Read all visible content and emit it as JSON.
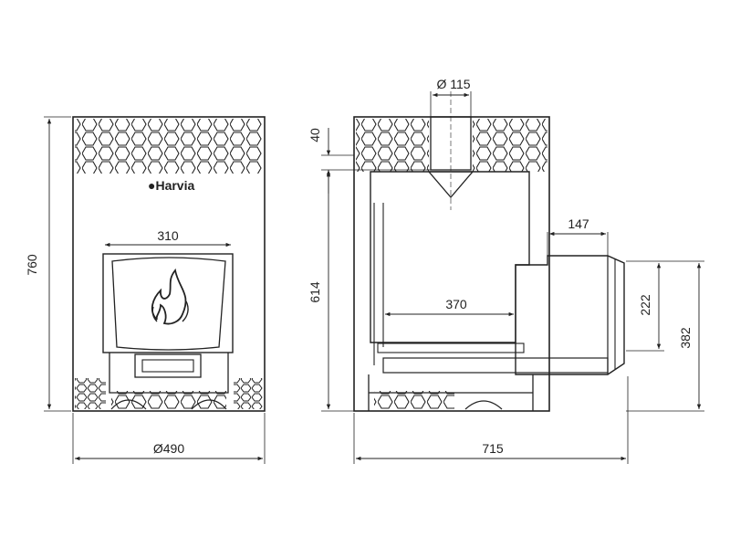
{
  "drawing": {
    "logo_text": "●Harvia",
    "front_view": {
      "height_label": "760",
      "door_width_label": "310",
      "diameter_label": "Ø490"
    },
    "side_view": {
      "flue_diameter_label": "Ø 115",
      "top_offset_label": "40",
      "body_height_label": "614",
      "firebox_depth_label": "370",
      "door_protrusion_label": "147",
      "door_height_label": "222",
      "door_base_height_label": "382",
      "total_depth_label": "715"
    }
  },
  "colors": {
    "stroke": "#222222",
    "background": "#ffffff"
  }
}
